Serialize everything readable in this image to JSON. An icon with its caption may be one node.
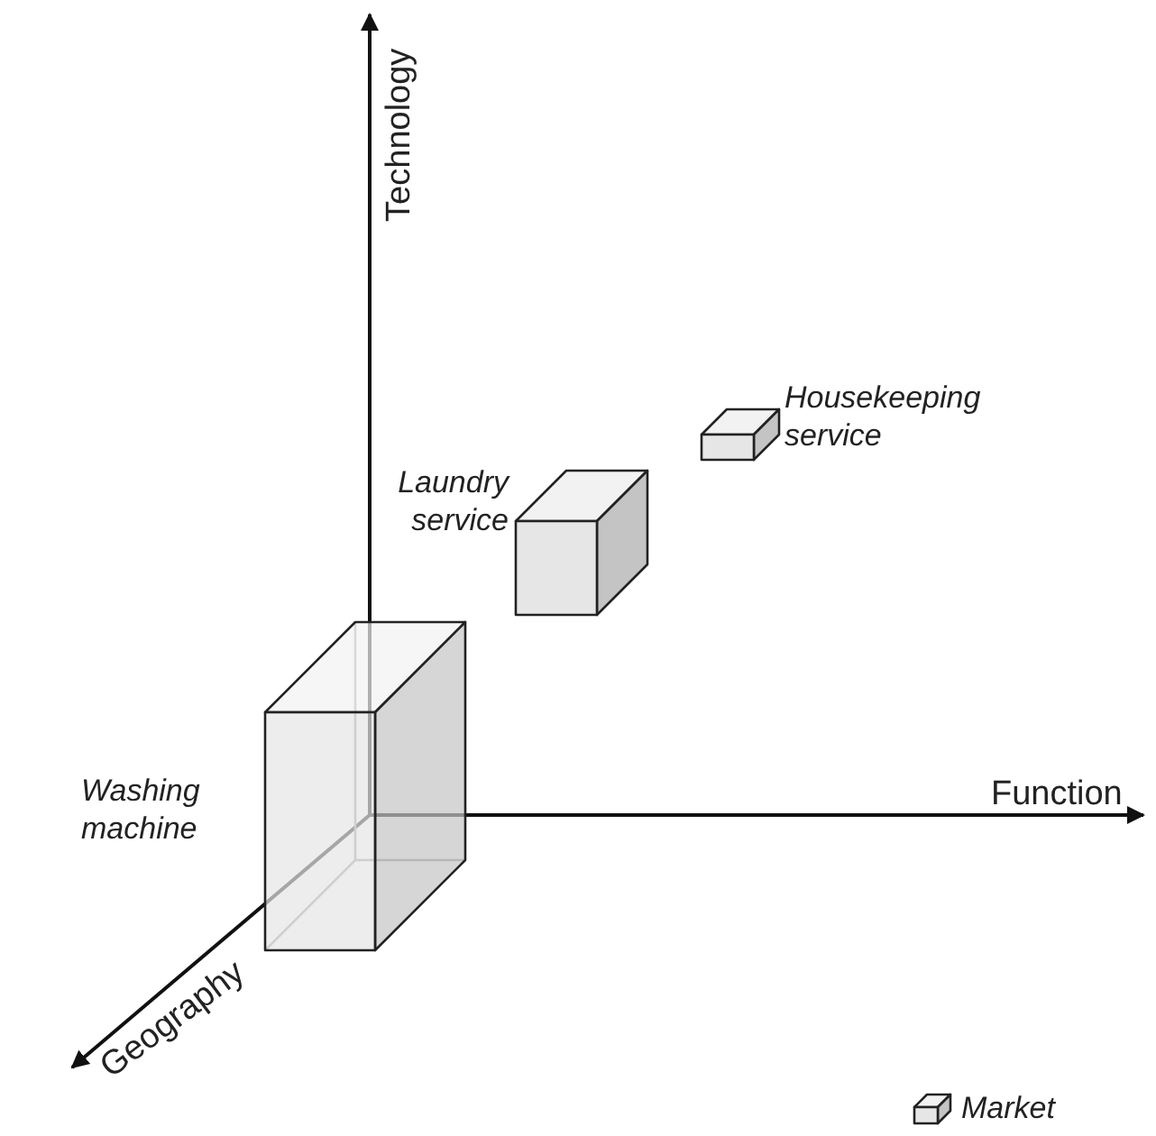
{
  "diagram": {
    "nodes": [
      {
        "text": [],
        "shape": "box",
        "beside": [
          "Laundry service"
        ]
      },
      {
        "text": [],
        "shape": "box",
        "beside": [
          "Housekeeping service"
        ]
      },
      {
        "text": [],
        "shape": "box",
        "beside": [
          "Washing machine"
        ]
      }
    ],
    "labels": [
      "Technology",
      "Function",
      "Geography"
    ],
    "legend": [
      {
        "text": "Market"
      }
    ]
  }
}
